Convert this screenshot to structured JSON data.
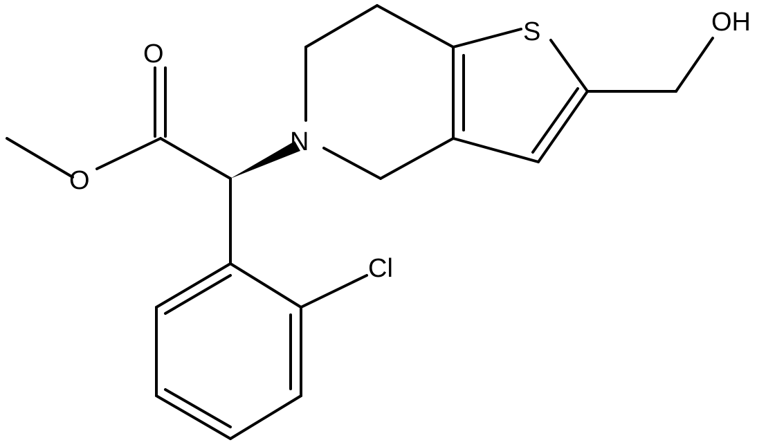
{
  "molecule": {
    "atoms": {
      "oxygen_carbonyl": "O",
      "oxygen_ester": "O",
      "nitrogen": "N",
      "sulfur": "S",
      "hydroxyl": "OH",
      "chlorine": "Cl"
    },
    "colors": {
      "bond": "#000000",
      "background": "#ffffff"
    }
  }
}
